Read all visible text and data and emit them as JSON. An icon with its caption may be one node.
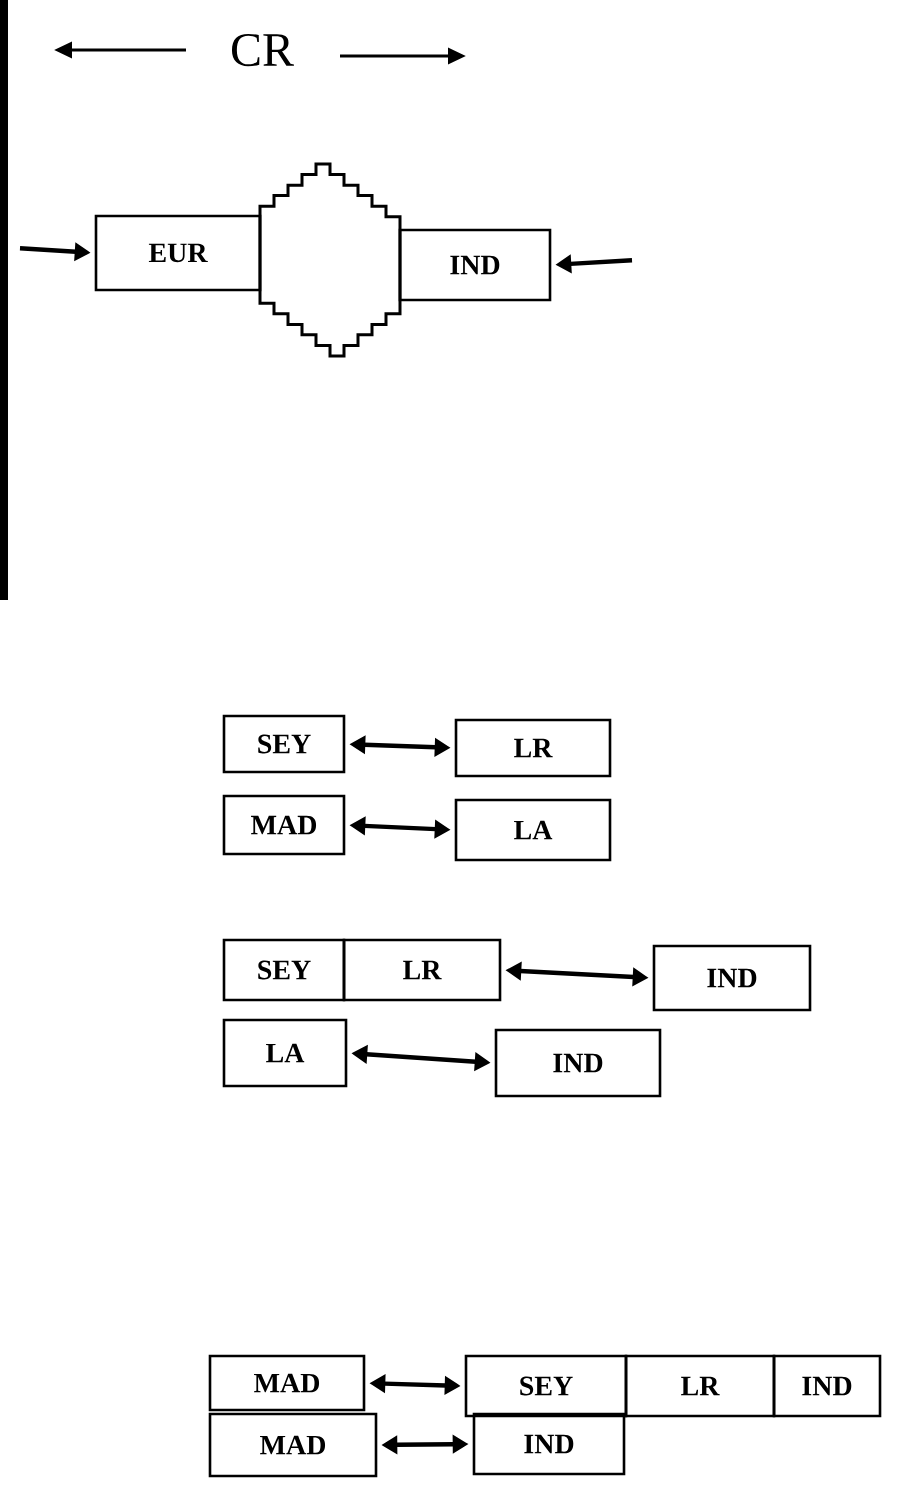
{
  "diagram": {
    "nodes": [
      {
        "text": [
          "EUR"
        ]
      },
      {
        "text": [],
        "shape": "diamond"
      },
      {
        "text": [
          "IND"
        ]
      },
      {
        "text": [
          "SEY"
        ]
      },
      {
        "text": [
          "LR"
        ]
      },
      {
        "text": [
          "MAD"
        ]
      },
      {
        "text": [
          "LA"
        ]
      },
      {
        "text": [
          "SEY"
        ]
      },
      {
        "text": [
          "LR"
        ]
      },
      {
        "text": [
          "IND"
        ]
      },
      {
        "text": [
          "LA"
        ]
      },
      {
        "text": [
          "IND"
        ]
      },
      {
        "text": [
          "MAD"
        ]
      },
      {
        "text": [
          "SEY"
        ]
      },
      {
        "text": [
          "LR"
        ]
      },
      {
        "text": [
          "IND"
        ]
      },
      {
        "text": [
          "MAD"
        ]
      },
      {
        "text": [
          "IND"
        ]
      }
    ],
    "edges": [
      {
        "from": null,
        "to": 0,
        "arrow": "to"
      },
      {
        "from": null,
        "to": 2,
        "arrow": "to"
      },
      {
        "from": 3,
        "to": 4,
        "arrow": "both"
      },
      {
        "from": 5,
        "to": 6,
        "arrow": "both"
      },
      {
        "from": 8,
        "to": 9,
        "arrow": "both"
      },
      {
        "from": 10,
        "to": 11,
        "arrow": "both"
      },
      {
        "from": 12,
        "to": 13,
        "arrow": "both"
      },
      {
        "from": 16,
        "to": 17,
        "arrow": "both"
      }
    ],
    "labels": [
      "CR"
    ]
  }
}
